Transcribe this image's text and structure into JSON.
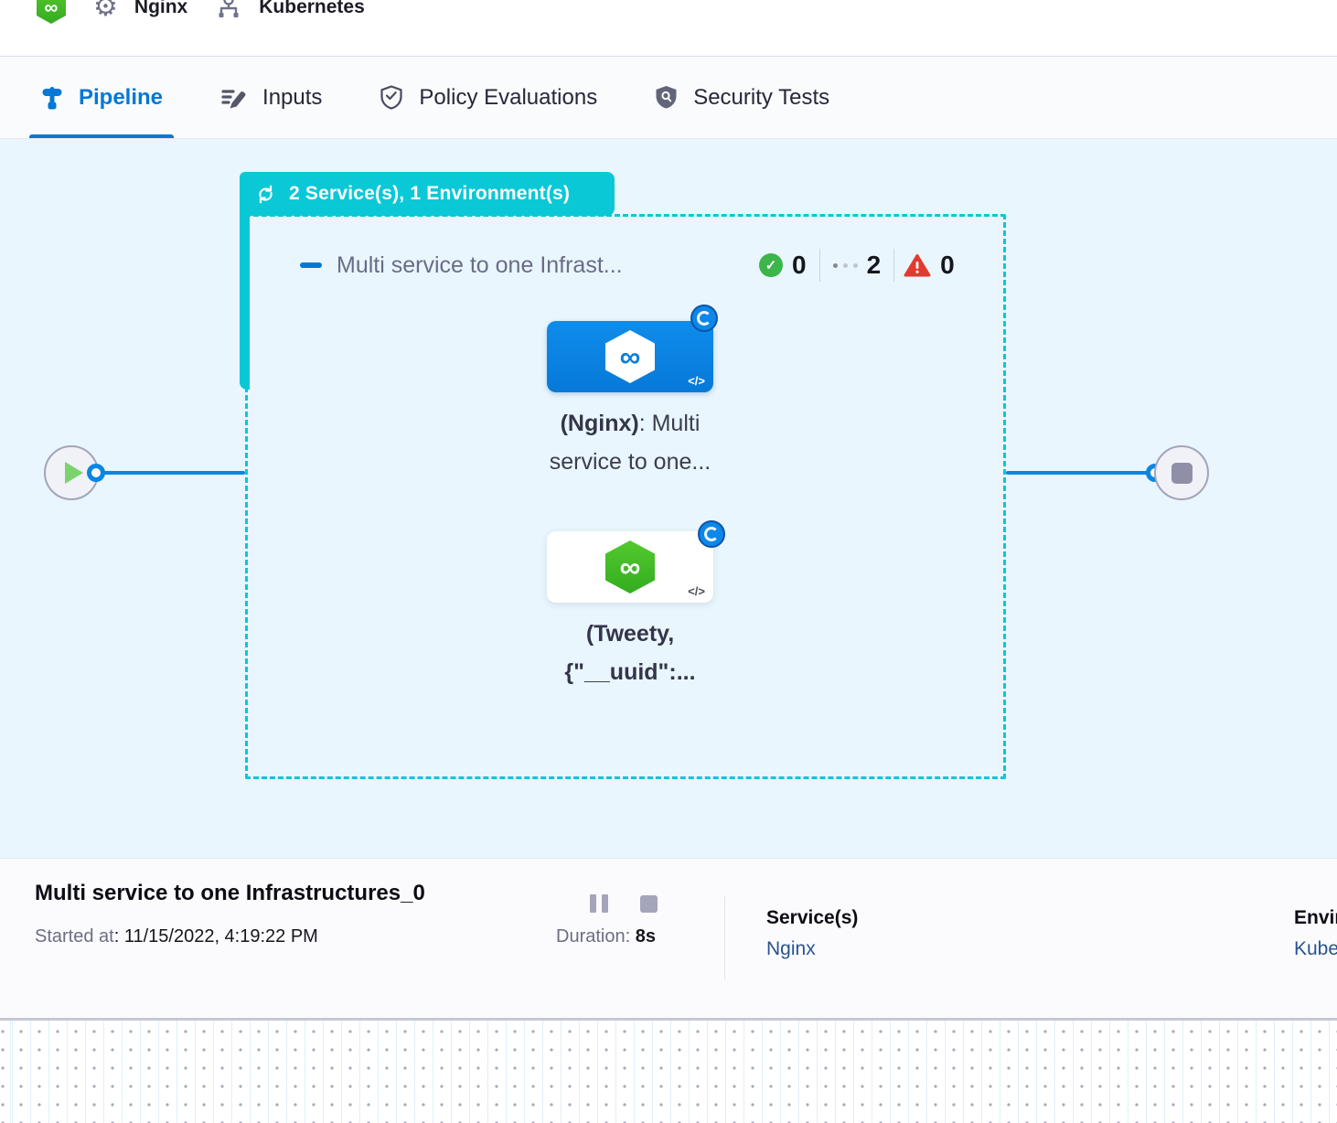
{
  "header": {
    "project_label": "Nginx",
    "environment_label": "Kubernetes"
  },
  "tabs": [
    {
      "label": "Pipeline",
      "active": true
    },
    {
      "label": "Inputs",
      "active": false
    },
    {
      "label": "Policy Evaluations",
      "active": false
    },
    {
      "label": "Security Tests",
      "active": false
    }
  ],
  "canvas": {
    "stage_badge_label": "2 Service(s), 1 Environment(s)",
    "stage": {
      "title": "Multi service to one Infrast...",
      "counters": {
        "success": "0",
        "pending": "2",
        "failed": "0"
      },
      "nodes": [
        {
          "line1_bold": "(Nginx)",
          "line1_rest": ": Multi",
          "line2": "service to one...",
          "style": "blue"
        },
        {
          "line1_bold": "(Tweety,",
          "line1_rest": "",
          "line2": "{\"__uuid\":...",
          "style": "white"
        }
      ]
    }
  },
  "footer": {
    "title": "Multi service to one Infrastructures_0",
    "started_label": "Started at",
    "started_value": ": 11/15/2022, 4:19:22 PM",
    "duration_label": "Duration:",
    "duration_value": " 8s",
    "services_label": "Service(s)",
    "services_value": "Nginx",
    "environments_label": "Environment(s)",
    "environments_value": "Kubernetes"
  },
  "icons": {
    "logo": "harness-logo",
    "infinity_glyph": "∞",
    "code_glyph": "</>"
  },
  "colors": {
    "accent_blue": "#0278d5",
    "stage_teal": "#0bc8d6",
    "canvas_bg": "#e9f6fd",
    "node_blue": "#0b86e2",
    "success_green": "#3cb54a",
    "error_red": "#e23a2e",
    "logo_green": "#42ba24",
    "link_blue": "#28548f"
  }
}
